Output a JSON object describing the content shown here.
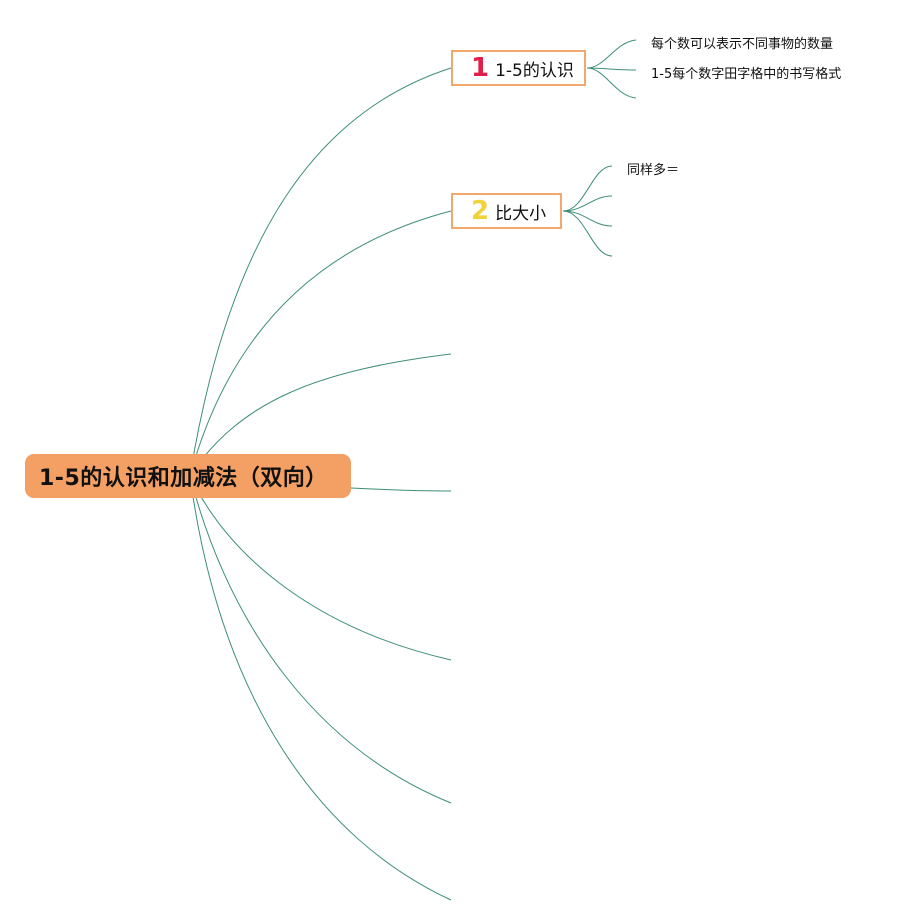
{
  "map": {
    "root": {
      "title": "1-5的认识和加减法（双向）"
    },
    "topics": [
      {
        "marker": "1",
        "label": "1-5的认识",
        "children": [
          "每个数可以表示不同事物的数量",
          "1-5每个数字田字格中的书写格式",
          ""
        ]
      },
      {
        "marker": "2",
        "label": "比大小",
        "children": [
          "同样多＝",
          "",
          "",
          ""
        ]
      }
    ]
  },
  "colors": {
    "root_fill": "#f4a064",
    "topic_border": "#f2a86c",
    "line": "#3f8f74",
    "marker_1": "#e0204a",
    "marker_2": "#f1d23a"
  }
}
